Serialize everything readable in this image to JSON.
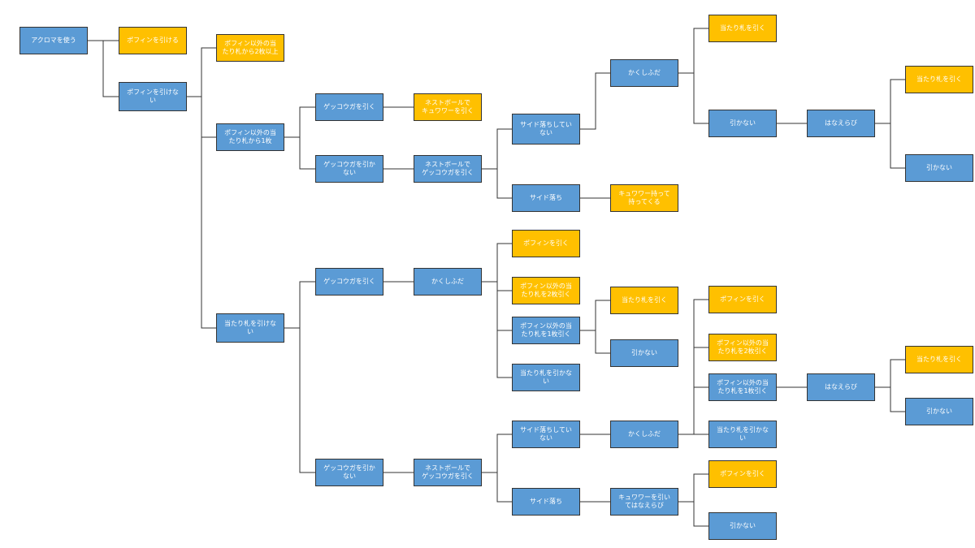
{
  "colors": {
    "blue": "#5b9bd5",
    "gold": "#ffc000",
    "line": "#333333"
  },
  "nodes": {
    "n01": {
      "label": "アクロマを使う",
      "color": "blue"
    },
    "n02": {
      "label": "ポフィンを引ける",
      "color": "gold"
    },
    "n03": {
      "label": "ポフィンを引けな\nい",
      "color": "blue"
    },
    "n04": {
      "label": "ポフィン以外の当\nたり札から2枚以上",
      "color": "gold"
    },
    "n05": {
      "label": "ポフィン以外の当\nたり札から1枚",
      "color": "blue"
    },
    "n06": {
      "label": "当たり札を引けな\nい",
      "color": "blue"
    },
    "n07": {
      "label": "ゲッコウガを引く",
      "color": "blue"
    },
    "n08": {
      "label": "ゲッコウガを引か\nない",
      "color": "blue"
    },
    "n09": {
      "label": "ネストボールで\nキュワワーを引く",
      "color": "gold"
    },
    "n10": {
      "label": "ネストボールで\nゲッコウガを引く",
      "color": "blue"
    },
    "n11": {
      "label": "サイド落ちしてい\nない",
      "color": "blue"
    },
    "n12": {
      "label": "サイド落ち",
      "color": "blue"
    },
    "n13": {
      "label": "キュワワー持って\n持ってくる",
      "color": "gold"
    },
    "n14": {
      "label": "かくしふだ",
      "color": "blue"
    },
    "n15": {
      "label": "当たり札を引く",
      "color": "gold"
    },
    "n16": {
      "label": "引かない",
      "color": "blue"
    },
    "n17": {
      "label": "はなえらび",
      "color": "blue"
    },
    "n18": {
      "label": "当たり札を引く",
      "color": "gold"
    },
    "n19": {
      "label": "引かない",
      "color": "blue"
    },
    "n20": {
      "label": "ゲッコウガを引く",
      "color": "blue"
    },
    "n21": {
      "label": "かくしふだ",
      "color": "blue"
    },
    "n22": {
      "label": "ポフィンを引く",
      "color": "gold"
    },
    "n23": {
      "label": "ポフィン以外の当\nたり札を2枚引く",
      "color": "gold"
    },
    "n24": {
      "label": "ポフィン以外の当\nたり札を1枚引く",
      "color": "blue"
    },
    "n25": {
      "label": "当たり札を引かな\nい",
      "color": "blue"
    },
    "n26": {
      "label": "当たり札を引く",
      "color": "gold"
    },
    "n27": {
      "label": "引かない",
      "color": "blue"
    },
    "n28": {
      "label": "ゲッコウガを引か\nない",
      "color": "blue"
    },
    "n29": {
      "label": "ネストボールで\nゲッコウガを引く",
      "color": "blue"
    },
    "n30": {
      "label": "サイド落ちしてい\nない",
      "color": "blue"
    },
    "n31": {
      "label": "サイド落ち",
      "color": "blue"
    },
    "n32": {
      "label": "かくしふだ",
      "color": "blue"
    },
    "n33": {
      "label": "キュワワーを引い\nてはなえらび",
      "color": "blue"
    },
    "n34": {
      "label": "ポフィンを引く",
      "color": "gold"
    },
    "n35": {
      "label": "ポフィン以外の当\nたり札を2枚引く",
      "color": "gold"
    },
    "n36": {
      "label": "ポフィン以外の当\nたり札を1枚引く",
      "color": "blue"
    },
    "n37": {
      "label": "当たり札を引かな\nい",
      "color": "blue"
    },
    "n38": {
      "label": "はなえらび",
      "color": "blue"
    },
    "n39": {
      "label": "当たり札を引く",
      "color": "gold"
    },
    "n40": {
      "label": "引かない",
      "color": "blue"
    },
    "n41": {
      "label": "ポフィンを引く",
      "color": "gold"
    },
    "n42": {
      "label": "引かない",
      "color": "blue"
    }
  },
  "edges": [
    [
      "n01",
      "n02"
    ],
    [
      "n01",
      "n03"
    ],
    [
      "n03",
      "n04"
    ],
    [
      "n03",
      "n05"
    ],
    [
      "n03",
      "n06"
    ],
    [
      "n05",
      "n07"
    ],
    [
      "n05",
      "n08"
    ],
    [
      "n07",
      "n09"
    ],
    [
      "n08",
      "n10"
    ],
    [
      "n10",
      "n11"
    ],
    [
      "n10",
      "n12"
    ],
    [
      "n12",
      "n13"
    ],
    [
      "n11",
      "n14"
    ],
    [
      "n14",
      "n15"
    ],
    [
      "n14",
      "n16"
    ],
    [
      "n16",
      "n17"
    ],
    [
      "n17",
      "n18"
    ],
    [
      "n17",
      "n19"
    ],
    [
      "n06",
      "n20"
    ],
    [
      "n06",
      "n28"
    ],
    [
      "n20",
      "n21"
    ],
    [
      "n21",
      "n22"
    ],
    [
      "n21",
      "n23"
    ],
    [
      "n21",
      "n24"
    ],
    [
      "n21",
      "n25"
    ],
    [
      "n24",
      "n26"
    ],
    [
      "n24",
      "n27"
    ],
    [
      "n28",
      "n29"
    ],
    [
      "n29",
      "n30"
    ],
    [
      "n29",
      "n31"
    ],
    [
      "n30",
      "n32"
    ],
    [
      "n32",
      "n34"
    ],
    [
      "n32",
      "n35"
    ],
    [
      "n32",
      "n36"
    ],
    [
      "n32",
      "n37"
    ],
    [
      "n36",
      "n38"
    ],
    [
      "n38",
      "n39"
    ],
    [
      "n38",
      "n40"
    ],
    [
      "n31",
      "n33"
    ],
    [
      "n33",
      "n41"
    ],
    [
      "n33",
      "n42"
    ]
  ]
}
